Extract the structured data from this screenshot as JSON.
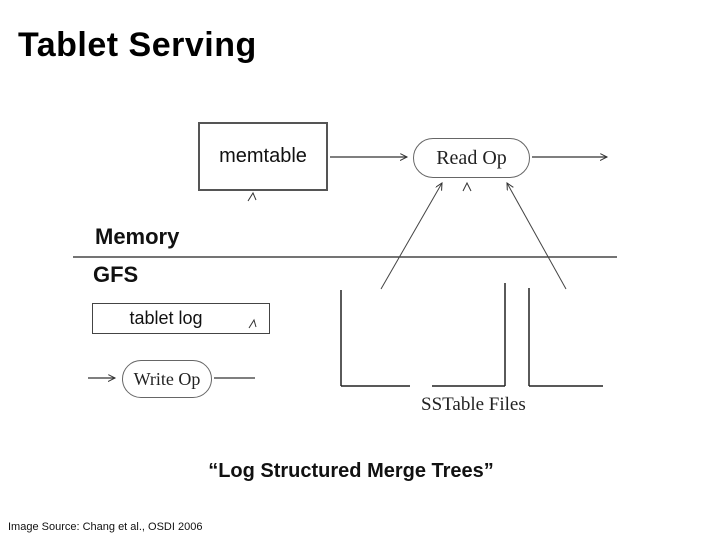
{
  "slide": {
    "title": "Tablet Serving",
    "caption": "“Log Structured Merge Trees”",
    "source": "Image Source: Chang et al., OSDI 2006"
  },
  "diagram": {
    "nodes": {
      "memtable": "memtable",
      "read_op": "Read Op",
      "tablet_log": "tablet log",
      "write_op": "Write Op"
    },
    "labels": {
      "memory": "Memory",
      "gfs": "GFS",
      "sstable_files": "SSTable Files"
    },
    "colors": {
      "background": "#ffffff",
      "line": "#333333",
      "text": "#000000"
    }
  }
}
